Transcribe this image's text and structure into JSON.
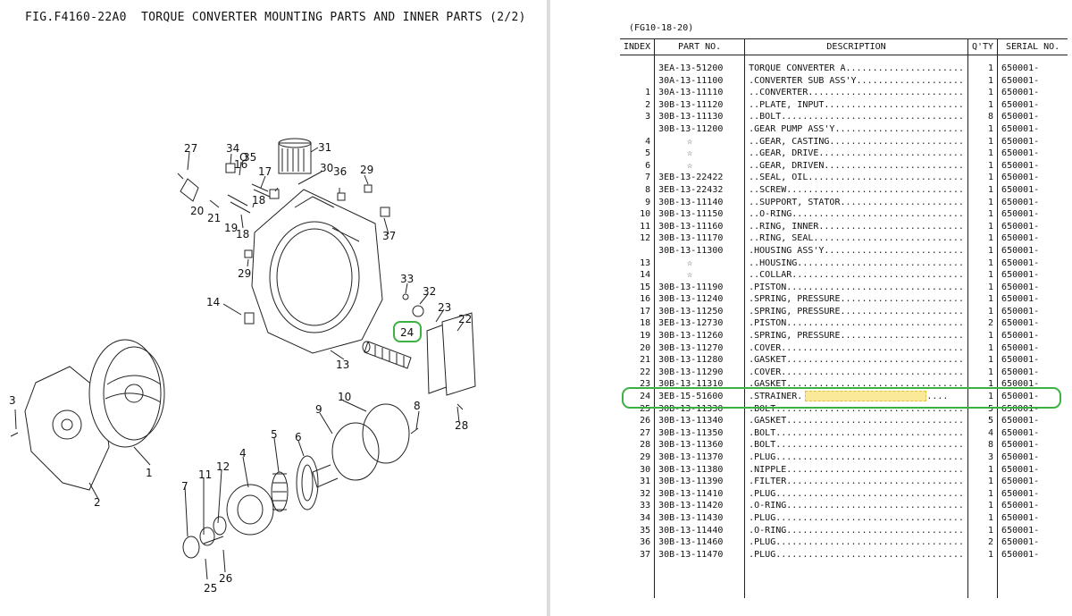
{
  "figure": {
    "title": "FIG.F4160-22A0  TORQUE CONVERTER MOUNTING PARTS AND INNER PARTS (2/2)",
    "callouts": [
      "1",
      "2",
      "3",
      "4",
      "5",
      "6",
      "7",
      "8",
      "9",
      "10",
      "11",
      "12",
      "13",
      "14",
      "16",
      "17",
      "18",
      "18",
      "19",
      "20",
      "21",
      "22",
      "23",
      "24",
      "25",
      "26",
      "27",
      "28",
      "29",
      "29",
      "30",
      "31",
      "32",
      "33",
      "34",
      "35",
      "36",
      "37"
    ],
    "highlighted_callout": "24",
    "highlight_color": "#3cb043"
  },
  "parts_list": {
    "model": "(FG10-18-20)",
    "headers": {
      "index": "INDEX",
      "part_no": "PART NO.",
      "description": "DESCRIPTION",
      "qty": "Q'TY",
      "serial": "SERIAL NO."
    },
    "rows": [
      {
        "index": "",
        "part": "3EA-13-51200",
        "desc": "TORQUE CONVERTER A.",
        "qty": "1",
        "serial": "650001-"
      },
      {
        "index": "",
        "part": "30A-13-11100",
        "desc": ".CONVERTER SUB ASS'Y.",
        "qty": "1",
        "serial": "650001-"
      },
      {
        "index": "1",
        "part": "30A-13-11110",
        "desc": "..CONVERTER.",
        "qty": "1",
        "serial": "650001-"
      },
      {
        "index": "2",
        "part": "30B-13-11120",
        "desc": "..PLATE, INPUT.",
        "qty": "1",
        "serial": "650001-"
      },
      {
        "index": "3",
        "part": "30B-13-11130",
        "desc": "..BOLT.",
        "qty": "8",
        "serial": "650001-"
      },
      {
        "index": "",
        "part": "30B-13-11200",
        "desc": ".GEAR PUMP ASS'Y.",
        "qty": "1",
        "serial": "650001-"
      },
      {
        "index": "4",
        "part": "☆",
        "desc": "..GEAR, CASTING.",
        "qty": "1",
        "serial": "650001-"
      },
      {
        "index": "5",
        "part": "☆",
        "desc": "..GEAR, DRIVE.",
        "qty": "1",
        "serial": "650001-"
      },
      {
        "index": "6",
        "part": "☆",
        "desc": "..GEAR, DRIVEN.",
        "qty": "1",
        "serial": "650001-"
      },
      {
        "index": "7",
        "part": "3EB-13-22422",
        "desc": "..SEAL, OIL.",
        "qty": "1",
        "serial": "650001-"
      },
      {
        "index": "8",
        "part": "3EB-13-22432",
        "desc": "..SCREW.",
        "qty": "1",
        "serial": "650001-"
      },
      {
        "index": "9",
        "part": "30B-13-11140",
        "desc": "..SUPPORT, STATOR.",
        "qty": "1",
        "serial": "650001-"
      },
      {
        "index": "10",
        "part": "30B-13-11150",
        "desc": "..O-RING.",
        "qty": "1",
        "serial": "650001-"
      },
      {
        "index": "11",
        "part": "30B-13-11160",
        "desc": "..RING, INNER.",
        "qty": "1",
        "serial": "650001-"
      },
      {
        "index": "12",
        "part": "30B-13-11170",
        "desc": "..RING, SEAL.",
        "qty": "1",
        "serial": "650001-"
      },
      {
        "index": "",
        "part": "30B-13-11300",
        "desc": ".HOUSING ASS'Y.",
        "qty": "1",
        "serial": "650001-"
      },
      {
        "index": "13",
        "part": "☆",
        "desc": "..HOUSING.",
        "qty": "1",
        "serial": "650001-"
      },
      {
        "index": "14",
        "part": "☆",
        "desc": "..COLLAR.",
        "qty": "1",
        "serial": "650001-"
      },
      {
        "index": "15",
        "part": "30B-13-11190",
        "desc": ".PISTON.",
        "qty": "1",
        "serial": "650001-"
      },
      {
        "index": "16",
        "part": "30B-13-11240",
        "desc": ".SPRING, PRESSURE.",
        "qty": "1",
        "serial": "650001-"
      },
      {
        "index": "17",
        "part": "30B-13-11250",
        "desc": ".SPRING, PRESSURE.",
        "qty": "1",
        "serial": "650001-"
      },
      {
        "index": "18",
        "part": "3EB-13-12730",
        "desc": ".PISTON.",
        "qty": "2",
        "serial": "650001-"
      },
      {
        "index": "19",
        "part": "30B-13-11260",
        "desc": ".SPRING, PRESSURE.",
        "qty": "1",
        "serial": "650001-"
      },
      {
        "index": "20",
        "part": "30B-13-11270",
        "desc": ".COVER.",
        "qty": "1",
        "serial": "650001-"
      },
      {
        "index": "21",
        "part": "30B-13-11280",
        "desc": ".GASKET.",
        "qty": "1",
        "serial": "650001-"
      },
      {
        "index": "22",
        "part": "30B-13-11290",
        "desc": ".COVER.",
        "qty": "1",
        "serial": "650001-"
      },
      {
        "index": "23",
        "part": "30B-13-11310",
        "desc": ".GASKET.",
        "qty": "1",
        "serial": "650001-"
      },
      {
        "index": "24",
        "part": "3EB-15-51600",
        "desc": ".STRAINER.",
        "qty": "1",
        "serial": "650001-"
      },
      {
        "index": "25",
        "part": "30B-13-11330",
        "desc": ".BOLT.",
        "qty": "5",
        "serial": "650001-"
      },
      {
        "index": "26",
        "part": "30B-13-11340",
        "desc": ".GASKET.",
        "qty": "5",
        "serial": "650001-"
      },
      {
        "index": "27",
        "part": "30B-13-11350",
        "desc": ".BOLT.",
        "qty": "4",
        "serial": "650001-"
      },
      {
        "index": "28",
        "part": "30B-13-11360",
        "desc": ".BOLT.",
        "qty": "8",
        "serial": "650001-"
      },
      {
        "index": "29",
        "part": "30B-13-11370",
        "desc": ".PLUG.",
        "qty": "3",
        "serial": "650001-"
      },
      {
        "index": "30",
        "part": "30B-13-11380",
        "desc": ".NIPPLE.",
        "qty": "1",
        "serial": "650001-"
      },
      {
        "index": "31",
        "part": "30B-13-11390",
        "desc": ".FILTER.",
        "qty": "1",
        "serial": "650001-"
      },
      {
        "index": "32",
        "part": "30B-13-11410",
        "desc": ".PLUG.",
        "qty": "1",
        "serial": "650001-"
      },
      {
        "index": "33",
        "part": "30B-13-11420",
        "desc": ".O-RING.",
        "qty": "1",
        "serial": "650001-"
      },
      {
        "index": "34",
        "part": "30B-13-11430",
        "desc": ".PLUG.",
        "qty": "1",
        "serial": "650001-"
      },
      {
        "index": "35",
        "part": "30B-13-11440",
        "desc": ".O-RING.",
        "qty": "1",
        "serial": "650001-"
      },
      {
        "index": "36",
        "part": "30B-13-11460",
        "desc": ".PLUG.",
        "qty": "2",
        "serial": "650001-"
      },
      {
        "index": "37",
        "part": "30B-13-11470",
        "desc": ".PLUG.",
        "qty": "1",
        "serial": "650001-"
      }
    ],
    "highlighted_index": "24",
    "highlight_color": "#3cb043",
    "marker_color": "#fbe99a"
  }
}
